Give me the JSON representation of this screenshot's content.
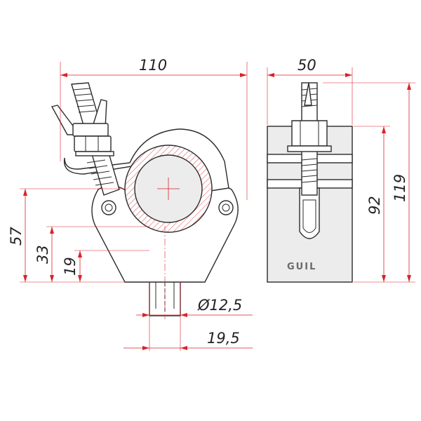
{
  "dimensions": {
    "width_front": "110",
    "width_side": "50",
    "height_total": "119",
    "height_side": "92",
    "height_left": "57",
    "height_mid": "33",
    "height_low": "19",
    "diameter": "Ø12,5",
    "width_bottom": "19,5"
  },
  "brand": "GUIL",
  "colors": {
    "dimension_line": "#d8232a",
    "outline": "#2b2b2b",
    "text": "#222222"
  }
}
